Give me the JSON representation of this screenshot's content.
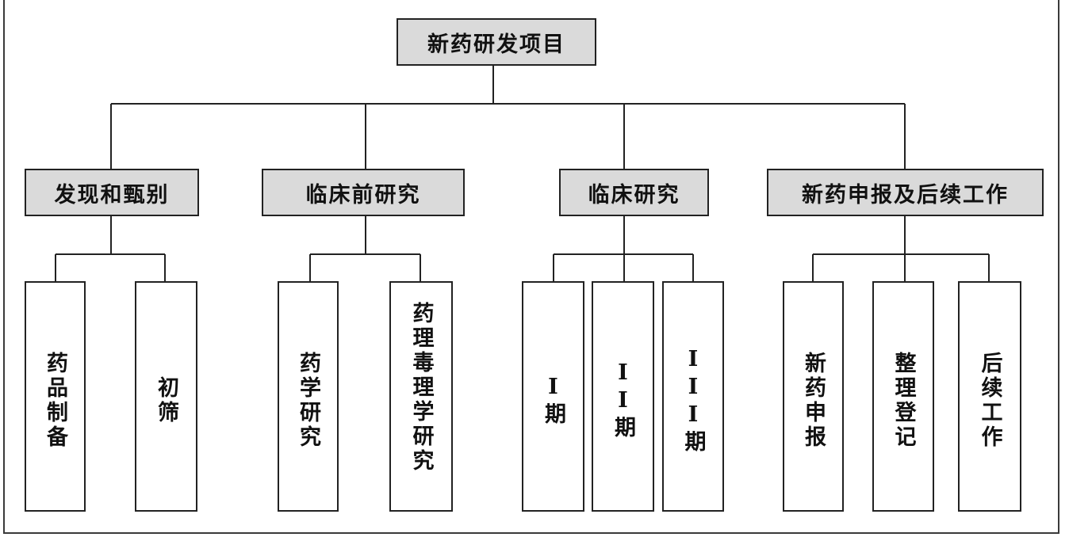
{
  "diagram": {
    "root": {
      "label": "新药研发项目"
    },
    "branches": [
      {
        "label": "发现和甄别",
        "children": [
          "药品制备",
          "初筛"
        ]
      },
      {
        "label": "临床前研究",
        "children": [
          "药学研究",
          "药理毒理学研究"
        ]
      },
      {
        "label": "临床研究",
        "children": [
          "I期",
          "II期",
          "III期"
        ]
      },
      {
        "label": "新药申报及后续工作",
        "children": [
          "新药申报",
          "整理登记",
          "后续工作"
        ]
      }
    ],
    "colors": {
      "box_fill_gray": "#dadada",
      "box_fill_white": "#ffffff",
      "line": "#222222"
    }
  }
}
